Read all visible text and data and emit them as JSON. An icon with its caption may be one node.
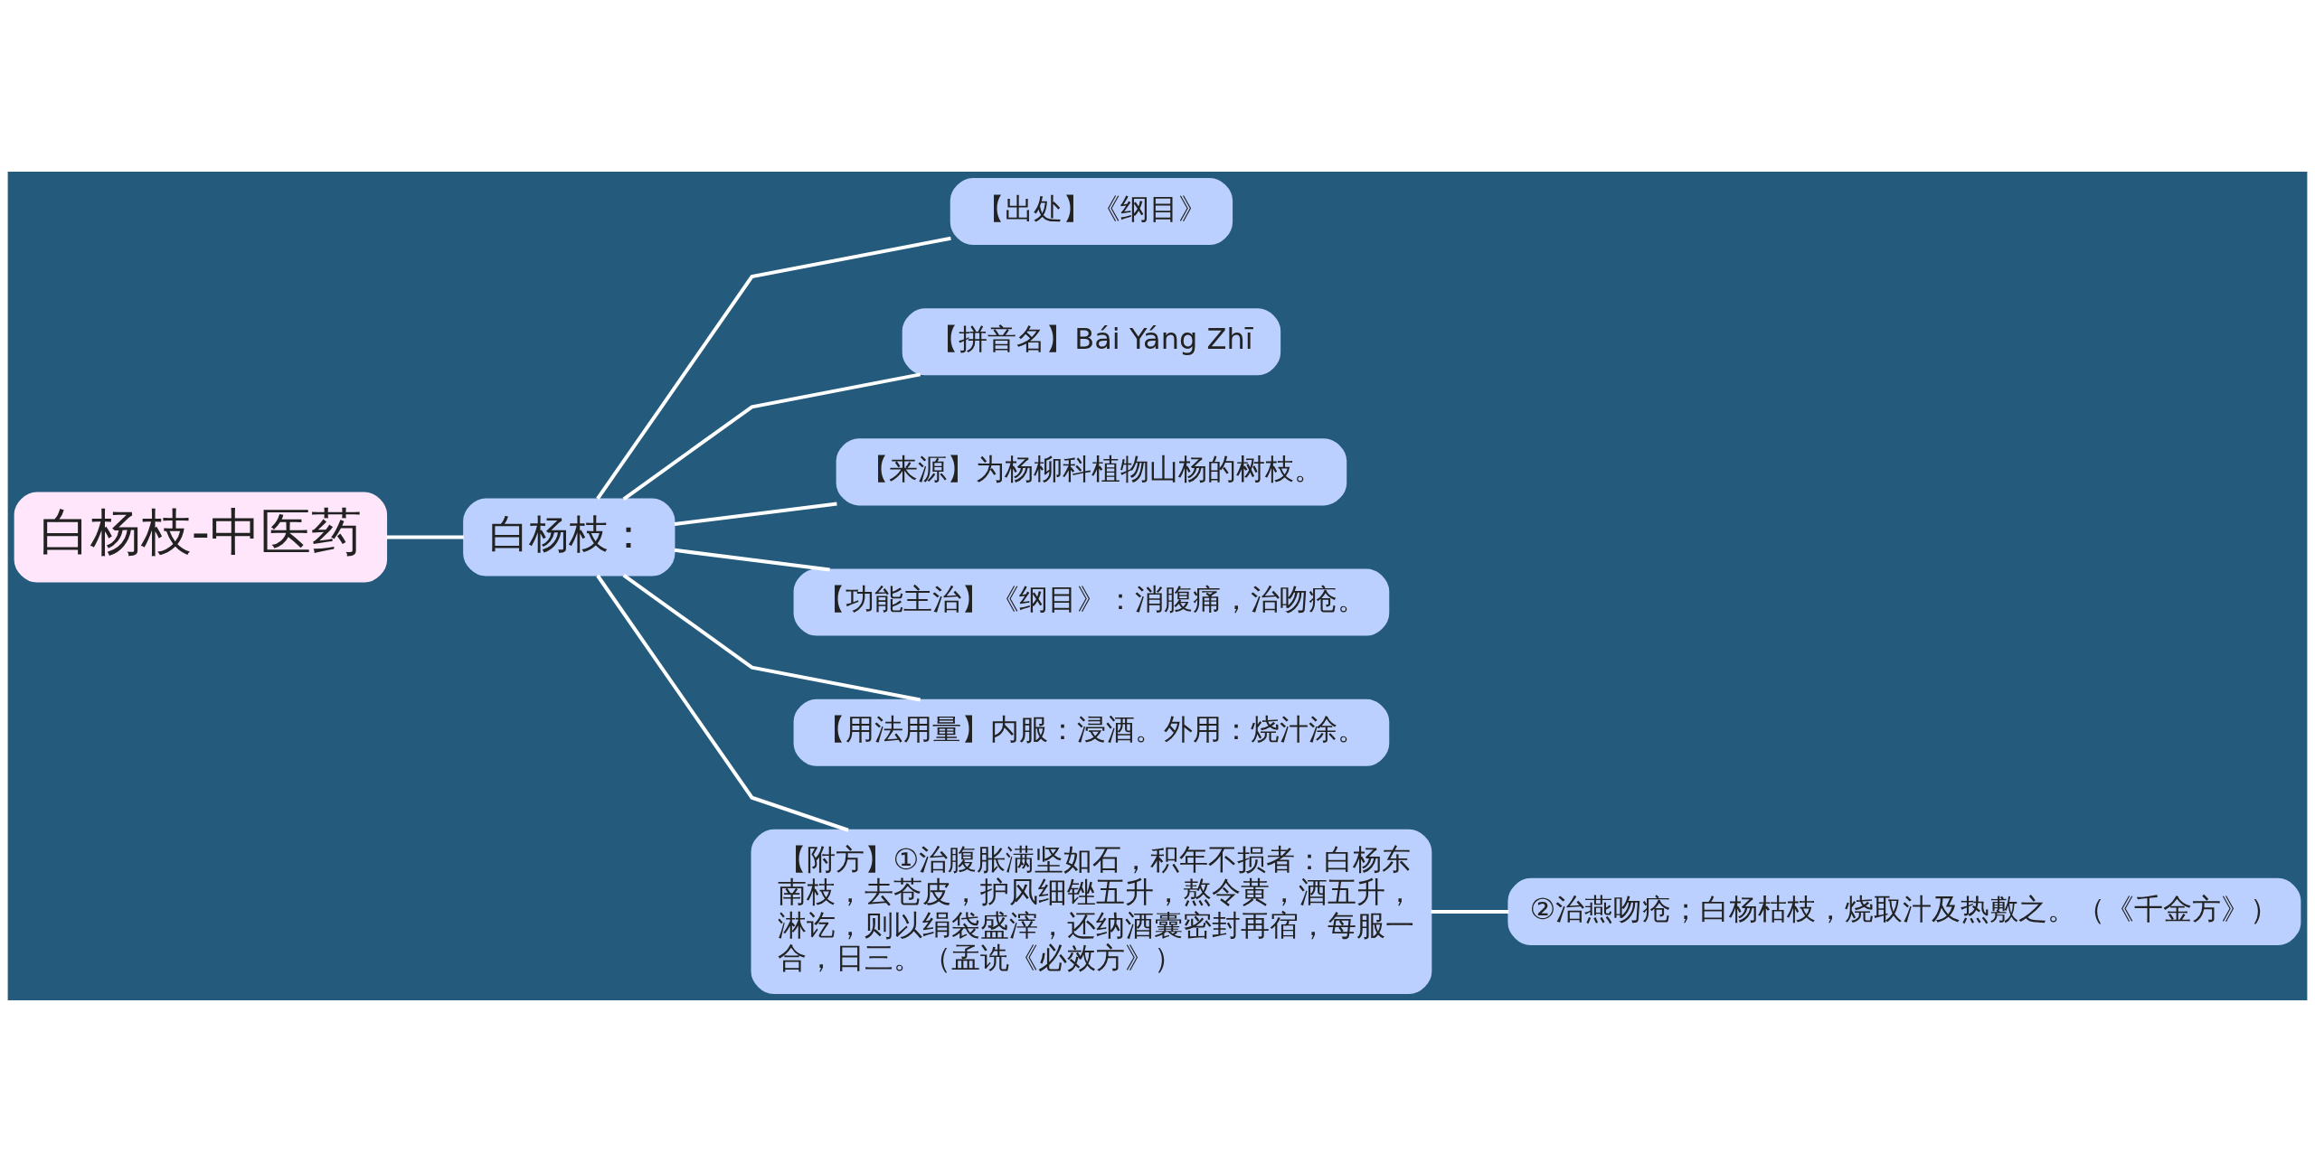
{
  "diagram": {
    "nodes": [
      {
        "text": [
          "白杨枝-中医药"
        ]
      },
      {
        "text": [
          "白杨枝："
        ]
      },
      {
        "text": [
          "【出处】《纲目》"
        ]
      },
      {
        "text": [
          "【拼音名】Bái Yáng Zhī"
        ]
      },
      {
        "text": [
          "【来源】为杨柳科植物山杨的树枝。"
        ]
      },
      {
        "text": [
          "【功能主治】《纲目》：消腹痛，治吻疮。"
        ]
      },
      {
        "text": [
          "【用法用量】内服：浸酒。外用：烧汁涂。"
        ]
      },
      {
        "text": [
          "【附方】①治腹胀满坚如石，积年不损者：白杨东南枝，去苍皮，护风细锉五升，熬令黄，酒五升，淋讫，则以绢袋盛滓，还纳酒囊密封再宿，每服一合，日三。（孟诜《必效方》）"
        ]
      },
      {
        "text": [
          "②治燕吻疮；白杨枯枝，烧取汁及热敷之。（《千金方》）"
        ]
      }
    ],
    "edges": [
      {
        "from": 0,
        "to": 1,
        "arrow": "none"
      },
      {
        "from": 1,
        "to": 2,
        "arrow": "none"
      },
      {
        "from": 1,
        "to": 3,
        "arrow": "none"
      },
      {
        "from": 1,
        "to": 4,
        "arrow": "none"
      },
      {
        "from": 1,
        "to": 5,
        "arrow": "none"
      },
      {
        "from": 1,
        "to": 6,
        "arrow": "none"
      },
      {
        "from": 1,
        "to": 7,
        "arrow": "none"
      },
      {
        "from": 7,
        "to": 8,
        "arrow": "none"
      }
    ]
  }
}
